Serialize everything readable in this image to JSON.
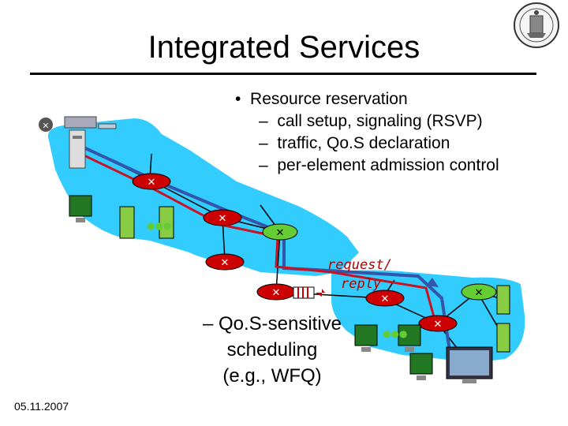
{
  "title": "Integrated Services",
  "bullets": {
    "main": "Resource reservation",
    "sub": [
      "call setup, signaling (RSVP)",
      "traffic, Qo.S declaration",
      "per-element admission control"
    ]
  },
  "qos_label": [
    "– Qo.S-sensitive",
    "scheduling",
    "(e.g., WFQ)"
  ],
  "annotations": {
    "request": "request/",
    "reply": "reply"
  },
  "footer": {
    "date": "05.11.2007"
  },
  "colors": {
    "network_cloud": "#33ccff",
    "router": "#cc0000",
    "switch": "#66cc33",
    "signal_path_blue": "#3355aa",
    "signal_path_red": "#cc1122",
    "link": "#000000"
  },
  "icons": [
    "institute-logo",
    "router-icon",
    "switch-icon",
    "server-icon",
    "monitor-icon",
    "host-computer-icon"
  ]
}
